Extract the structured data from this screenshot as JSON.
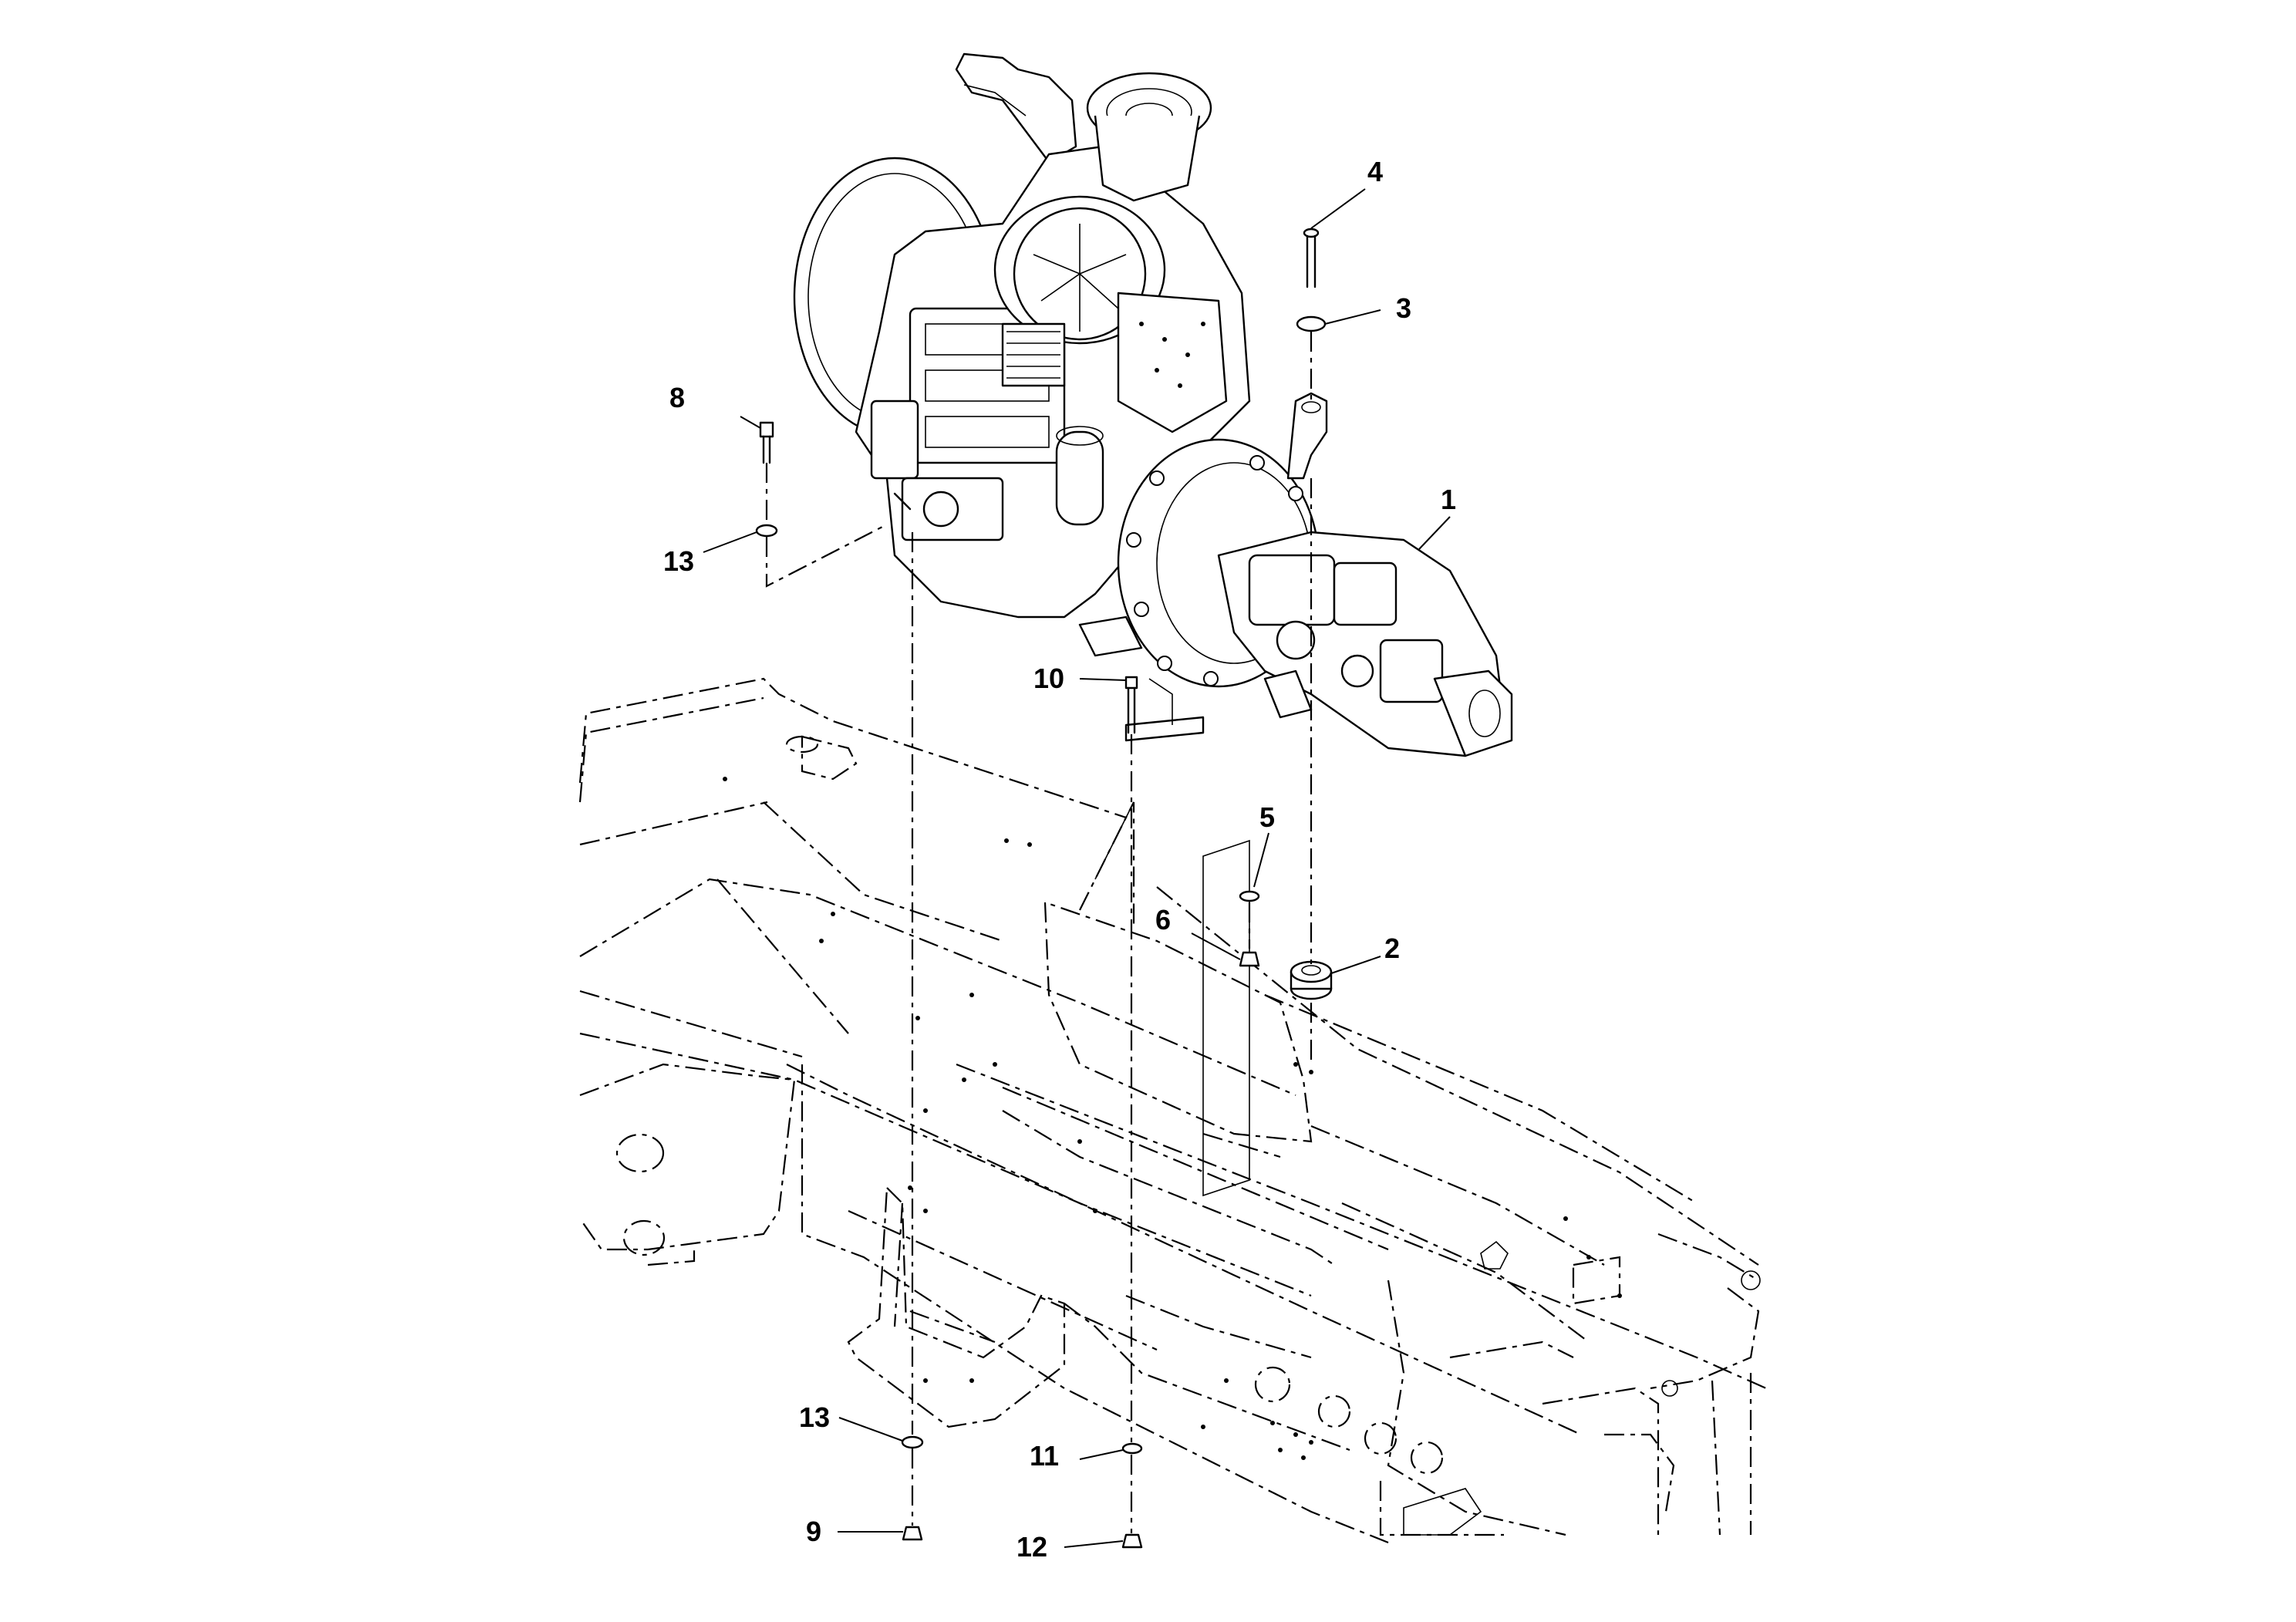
{
  "callouts": [
    {
      "id": "c1",
      "label": "1"
    },
    {
      "id": "c2",
      "label": "2"
    },
    {
      "id": "c3",
      "label": "3"
    },
    {
      "id": "c4",
      "label": "4"
    },
    {
      "id": "c5",
      "label": "5"
    },
    {
      "id": "c6",
      "label": "6"
    },
    {
      "id": "c8",
      "label": "8"
    },
    {
      "id": "c9",
      "label": "9"
    },
    {
      "id": "c10",
      "label": "10"
    },
    {
      "id": "c11",
      "label": "11"
    },
    {
      "id": "c12",
      "label": "12"
    },
    {
      "id": "c13a",
      "label": "13"
    },
    {
      "id": "c13b",
      "label": "13"
    }
  ],
  "colors": {
    "ink": "#000000",
    "paper": "#ffffff"
  }
}
